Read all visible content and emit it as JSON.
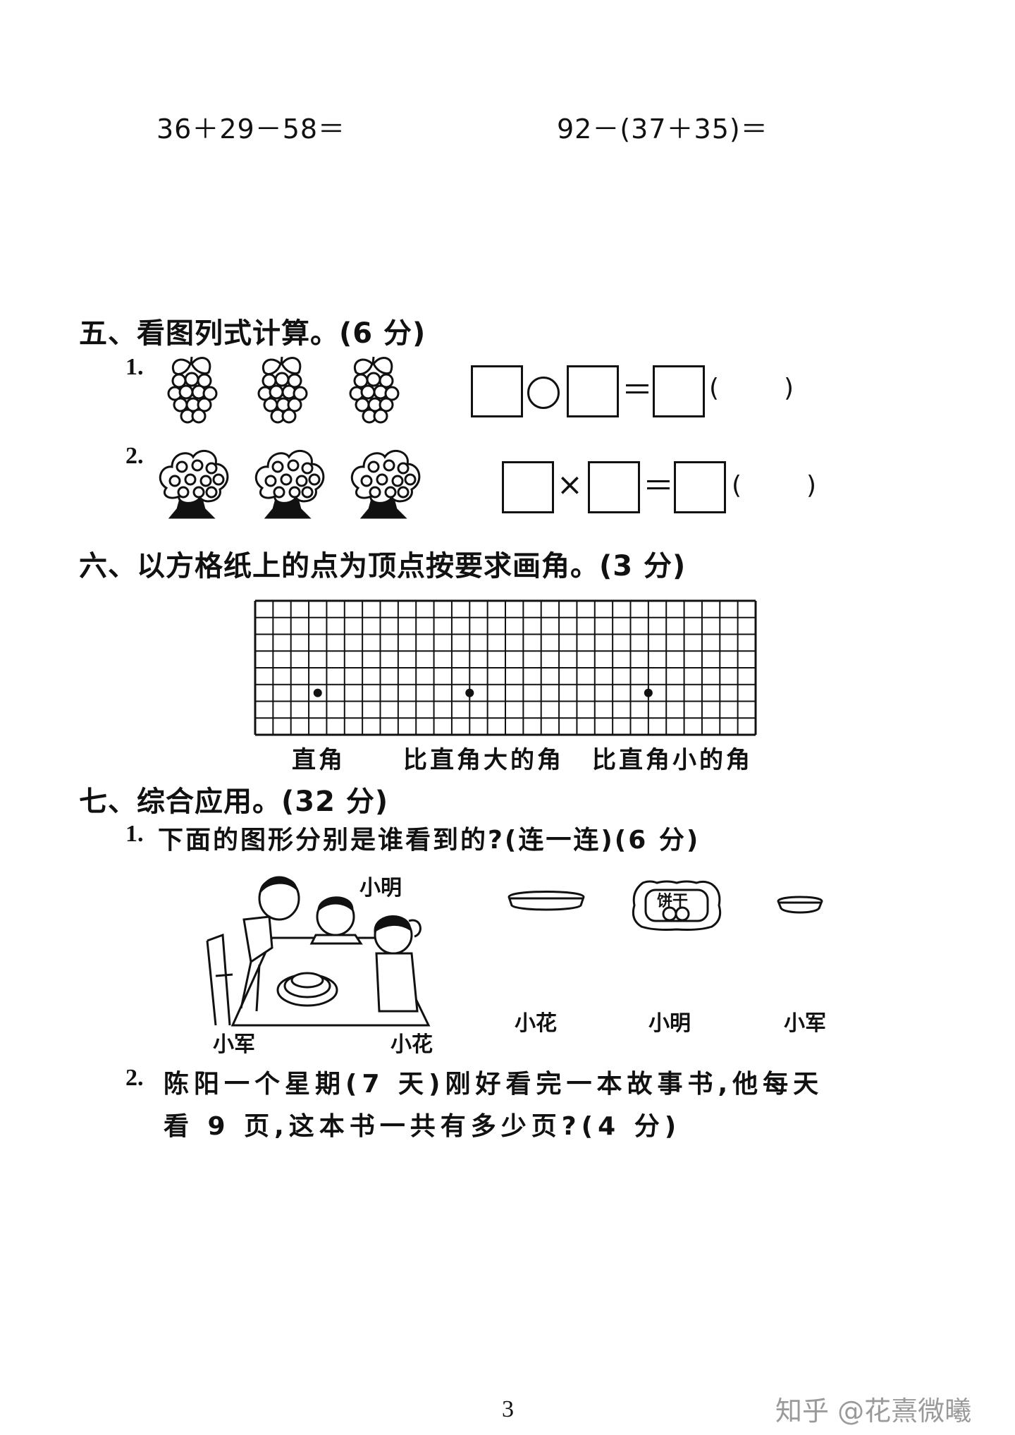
{
  "calc": {
    "expr1": "36＋29－58＝",
    "expr2": "92－(37＋35)＝"
  },
  "section5": {
    "title": "五、看图列式计算。(6 分)",
    "q1_num": "1.",
    "q2_num": "2.",
    "times_sign": "×",
    "equals_sign": "＝",
    "paren_open": "(",
    "paren_close": ")"
  },
  "section6": {
    "title": "六、以方格纸上的点为顶点按要求画角。(3 分)",
    "labels": [
      "直角",
      "比直角大的角",
      "比直角小的角"
    ],
    "grid": {
      "cols": 28,
      "rows": 8,
      "dots": [
        [
          3.5,
          5.5
        ],
        [
          12,
          5.5
        ],
        [
          22,
          5.5
        ]
      ]
    }
  },
  "section7": {
    "title": "七、综合应用。(32 分)",
    "q1": {
      "num": "1.",
      "text": "下面的图形分别是谁看到的?(连一连)(6 分)"
    },
    "picture_names": {
      "top": "小明",
      "left": "小军",
      "right": "小花",
      "cake": "饼干"
    },
    "view_labels": [
      "小花",
      "小明",
      "小军"
    ],
    "q2": {
      "num": "2.",
      "line1": "陈阳一个星期(7 天)刚好看完一本故事书,他每天",
      "line2": "看 9 页,这本书一共有多少页?(4 分)"
    }
  },
  "footer": {
    "page_number": "3",
    "watermark": "知乎 @花熹微曦"
  }
}
